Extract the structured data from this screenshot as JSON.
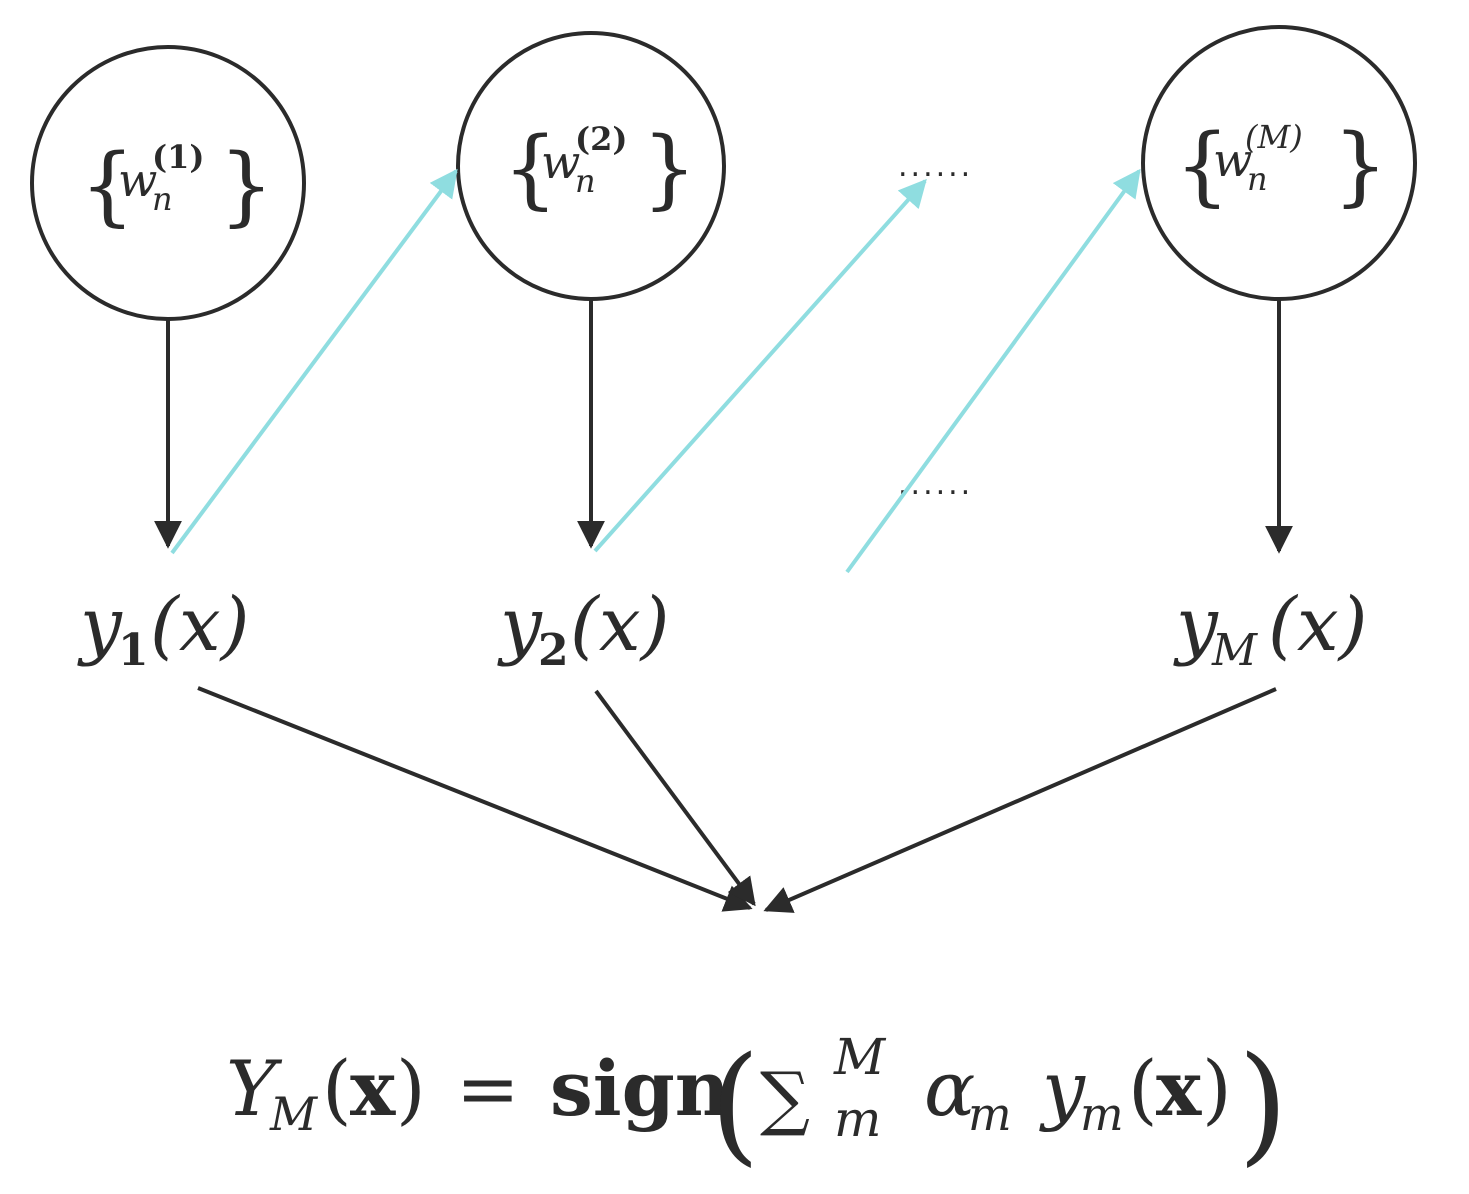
{
  "colors": {
    "node_stroke": "#2b2b2b",
    "flow_arrow": "#2b2b2b",
    "reweight_arrow": "#8fdde0"
  },
  "nodes": [
    {
      "symbol": "w",
      "subscript": "n",
      "superscript": "(1)"
    },
    {
      "symbol": "w",
      "subscript": "n",
      "superscript": "(2)"
    },
    {
      "symbol": "w",
      "subscript": "n",
      "superscript": "(M)"
    }
  ],
  "learners": [
    {
      "symbol": "y",
      "subscript": "1",
      "arg": "(x)"
    },
    {
      "symbol": "y",
      "subscript": "2",
      "arg": "(x)"
    },
    {
      "symbol": "y",
      "subscript": "M",
      "arg": "(x)"
    }
  ],
  "ellipsis": {
    "top": "......",
    "middle": "......"
  },
  "formula": {
    "lhs_symbol": "Y",
    "lhs_subscript": "M",
    "lhs_arg_open": "(",
    "lhs_arg": "x",
    "lhs_arg_close": ")",
    "equals": "=",
    "func": "sign",
    "sum": "∑",
    "sum_upper": "M",
    "sum_lower": "m",
    "coef": "α",
    "coef_subscript": "m",
    "term": "y",
    "term_subscript": "m",
    "term_arg_open": "(",
    "term_arg": "x",
    "term_arg_close": ")"
  }
}
